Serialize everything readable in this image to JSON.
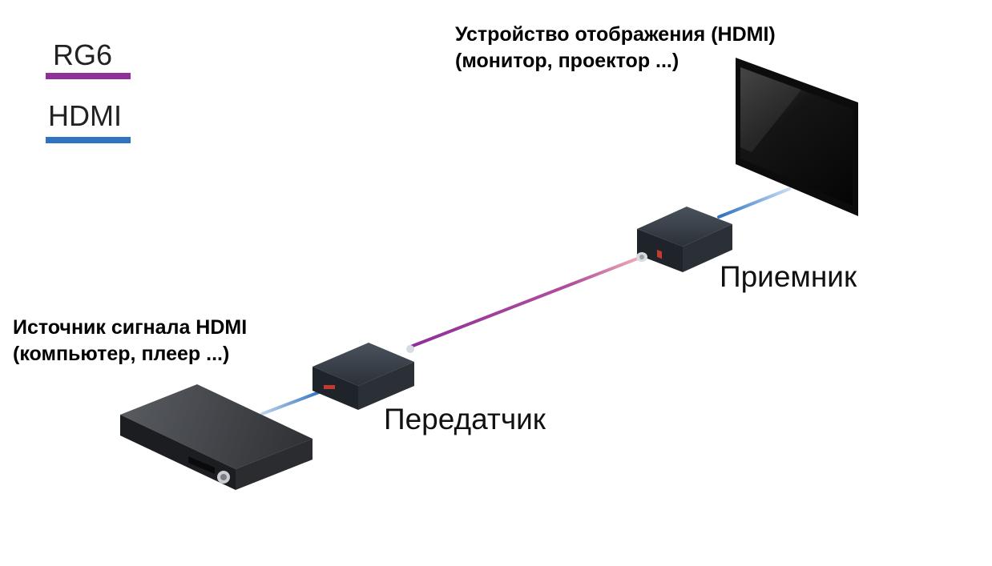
{
  "legend": {
    "items": [
      {
        "label": "RG6",
        "color": "#8E2F9A"
      },
      {
        "label": "HDMI",
        "color": "#2F74C0"
      }
    ]
  },
  "display": {
    "title_line1": "Устройство отображения (HDMI)",
    "title_line2": "(монитор, проектор ...)"
  },
  "source": {
    "title_line1": "Источник сигнала HDMI",
    "title_line2": "(компьютер, плеер ...)"
  },
  "receiver": {
    "label": "Приемник"
  },
  "transmitter": {
    "label": "Передатчик"
  },
  "colors": {
    "rg6_cable": "#8E2F9A",
    "hdmi_cable": "#2F74C0",
    "device_body": "#2A2F36"
  }
}
